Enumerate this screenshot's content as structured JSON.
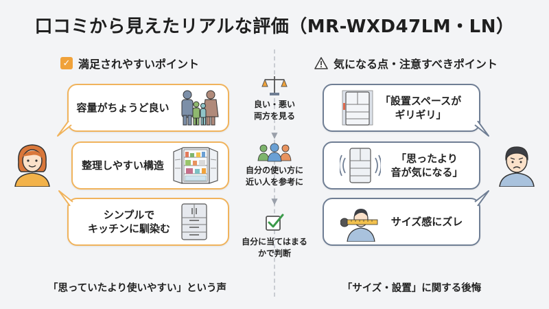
{
  "title": "口コミから見えたリアルな評価（MR-WXD47LM・LN）",
  "left": {
    "heading": "満足されやすいポイント",
    "items": [
      {
        "text": "容量がちょうど良い",
        "icon": "family-icon"
      },
      {
        "text": "整理しやすい構造",
        "icon": "open-fridge-icon"
      },
      {
        "text": "シンプルで\nキッチンに馴染む",
        "icon": "fridge-icon"
      }
    ],
    "caption": "「思っていたより使いやすい」という声"
  },
  "middle": {
    "steps": [
      {
        "text": "良い・悪い\n両方を見る",
        "icon": "balance-scale-icon"
      },
      {
        "text": "自分の使い方に\n近い人を参考に",
        "icon": "people-group-icon"
      },
      {
        "text": "自分に当てはまる\nかで判断",
        "icon": "checkbox-icon"
      }
    ]
  },
  "right": {
    "heading": "気になる点・注意すべきポイント",
    "items": [
      {
        "text": "「設置スペースが\nギリギリ」",
        "icon": "fridge-in-space-icon"
      },
      {
        "text": "「思ったより\n音が気になる」",
        "icon": "noisy-fridge-icon"
      },
      {
        "text": "サイズ感にズレ",
        "icon": "measuring-tape-icon"
      }
    ],
    "caption": "「サイズ・設置」に関する後悔"
  },
  "colors": {
    "accent_orange": "#f0a23a",
    "accent_slate": "#6f7e94",
    "check_green": "#3b9a4a"
  }
}
